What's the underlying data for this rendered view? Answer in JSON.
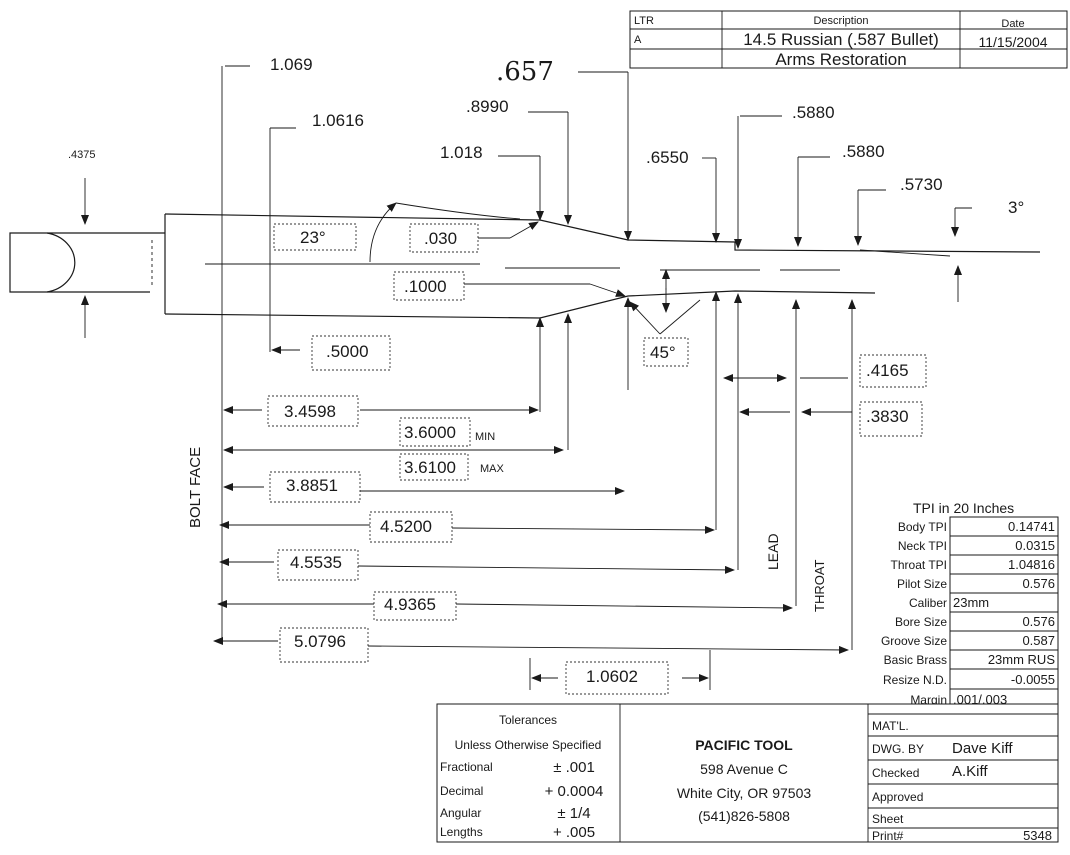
{
  "revision_block": {
    "ltr_header": "LTR",
    "description_header": "Description",
    "date_header": "Date",
    "ltr": "A",
    "description_line1": "14.5 Russian (.587 Bullet)",
    "description_line2": "Arms Restoration",
    "date": "11/15/2004"
  },
  "dimensions": {
    "d_1069": "1.069",
    "d_10616": "1.0616",
    "d_657": ".657",
    "d_8990": ".8990",
    "d_1018": "1.018",
    "d_6550": ".6550",
    "d_5880a": ".5880",
    "d_5880b": ".5880",
    "d_5730": ".5730",
    "d_4375": ".4375",
    "angle_3": "3°",
    "angle_23": "23°",
    "d_030": ".030",
    "d_1000": ".1000",
    "d_5000": ".5000",
    "angle_45": "45°",
    "d_4165": ".4165",
    "d_3830": ".3830"
  },
  "lengths": {
    "l1": "3.4598",
    "l2": "3.6000",
    "l2_note": "MIN",
    "l3": "3.6100",
    "l3_note": "MAX",
    "l4": "3.8851",
    "l5": "4.5200",
    "l6": "4.5535",
    "l7": "4.9365",
    "l8": "5.0796",
    "l9": "1.0602"
  },
  "labels": {
    "bolt_face": "BOLT FACE",
    "lead": "LEAD",
    "throat": "THROAT"
  },
  "tpi_table": {
    "title": "TPI in 20 Inches",
    "rows": [
      {
        "label": "Body TPI",
        "value": "0.14741"
      },
      {
        "label": "Neck TPI",
        "value": "0.0315"
      },
      {
        "label": "Throat TPI",
        "value": "1.04816"
      },
      {
        "label": "Pilot Size",
        "value": "0.576"
      },
      {
        "label": "Caliber",
        "value": "23mm"
      },
      {
        "label": "Bore Size",
        "value": "0.576"
      },
      {
        "label": "Groove Size",
        "value": "0.587"
      },
      {
        "label": "Basic Brass",
        "value": "23mm RUS"
      },
      {
        "label": "Resize N.D.",
        "value": "-0.0055"
      },
      {
        "label": "Margin",
        "value": ".001/.003"
      }
    ]
  },
  "tolerances": {
    "title": "Tolerances",
    "subtitle": "Unless Otherwise Specified",
    "rows": [
      {
        "label": "Fractional",
        "value": "± .001"
      },
      {
        "label": "Decimal",
        "value": "+ 0.0004"
      },
      {
        "label": "Angular",
        "value": "± 1/4"
      },
      {
        "label": "Lengths",
        "value": "+ .005"
      }
    ]
  },
  "company": {
    "name": "PACIFIC TOOL",
    "address": "598 Avenue C",
    "city": "White City, OR 97503",
    "phone": "(541)826-5808"
  },
  "signoff": {
    "matl_label": "MAT'L.",
    "dwg_by_label": "DWG. BY",
    "dwg_by_value": "Dave Kiff",
    "checked_label": "Checked",
    "checked_value": "A.Kiff",
    "approved_label": "Approved",
    "sheet_label": "Sheet",
    "print_label": "Print#",
    "print_value": "5348"
  }
}
